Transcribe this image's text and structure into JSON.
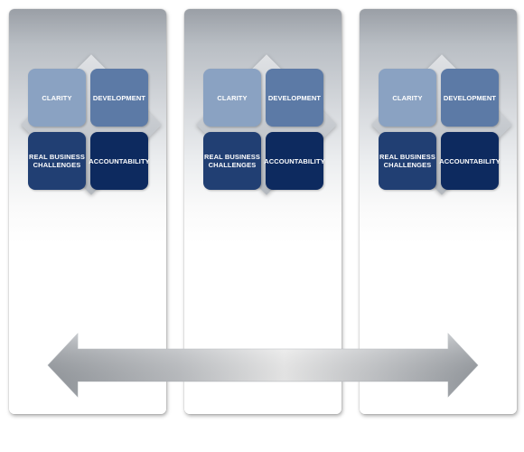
{
  "panels": [
    {
      "tiles": {
        "top_left": "CLARITY",
        "top_right": "DEVELOPMENT",
        "bottom_left": "REAL BUSINESS CHALLENGES",
        "bottom_right": "ACCOUNTABILITY"
      }
    },
    {
      "tiles": {
        "top_left": "CLARITY",
        "top_right": "DEVELOPMENT",
        "bottom_left": "REAL BUSINESS CHALLENGES",
        "bottom_right": "ACCOUNTABILITY"
      }
    },
    {
      "tiles": {
        "top_left": "CLARITY",
        "top_right": "DEVELOPMENT",
        "bottom_left": "REAL BUSINESS CHALLENGES",
        "bottom_right": "ACCOUNTABILITY"
      }
    }
  ],
  "colors": {
    "clarity_tile": "#8aa2c2",
    "development_tile": "#5c7aa6",
    "challenges_tile": "#213f73",
    "accountability_tile": "#0d2a5f",
    "arrow_dark": "#9ea3a9",
    "arrow_light": "#ffffff"
  },
  "arrow": {
    "direction": "bidirectional-horizontal"
  }
}
